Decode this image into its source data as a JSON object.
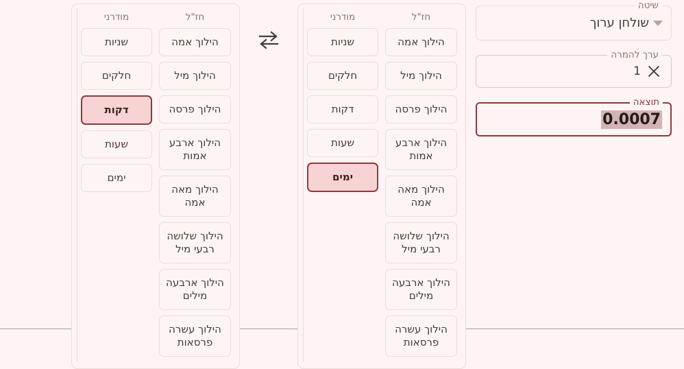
{
  "method_field": {
    "legend": "שיטה",
    "value": "שולחן ערוך",
    "caret_icon": "chevron-down-icon"
  },
  "input_field": {
    "legend": "ערך להמרה",
    "value": "1",
    "placeholder": "",
    "clear_icon": "close-icon"
  },
  "result_field": {
    "legend": "תוצאה",
    "value": "0.0007"
  },
  "swap": {
    "icon": "swap-horizontal-icon"
  },
  "source_panel": {
    "modern_header": "מודרני",
    "chazal_header": "חז\"ל",
    "modern_units": [
      {
        "label": "שניות",
        "selected": false
      },
      {
        "label": "חלקים",
        "selected": false
      },
      {
        "label": "דקות",
        "selected": false
      },
      {
        "label": "שעות",
        "selected": false
      },
      {
        "label": "ימים",
        "selected": true
      }
    ],
    "chazal_units": [
      {
        "label": "הילוך אמה",
        "selected": false
      },
      {
        "label": "הילוך מיל",
        "selected": false
      },
      {
        "label": "הילוך פרסה",
        "selected": false
      },
      {
        "label": "הילוך ארבע אמות",
        "selected": false
      },
      {
        "label": "הילוך מאה אמה",
        "selected": false
      },
      {
        "label": "הילוך שלושה רבעי מיל",
        "selected": false
      },
      {
        "label": "הילוך ארבעה מילים",
        "selected": false
      },
      {
        "label": "הילוך עשרה פרסאות",
        "selected": false
      }
    ]
  },
  "target_panel": {
    "modern_header": "מודרני",
    "chazal_header": "חז\"ל",
    "modern_units": [
      {
        "label": "שניות",
        "selected": false
      },
      {
        "label": "חלקים",
        "selected": false
      },
      {
        "label": "דקות",
        "selected": true
      },
      {
        "label": "שעות",
        "selected": false
      },
      {
        "label": "ימים",
        "selected": false
      }
    ],
    "chazal_units": [
      {
        "label": "הילוך אמה",
        "selected": false
      },
      {
        "label": "הילוך מיל",
        "selected": false
      },
      {
        "label": "הילוך פרסה",
        "selected": false
      },
      {
        "label": "הילוך ארבע אמות",
        "selected": false
      },
      {
        "label": "הילוך מאה אמה",
        "selected": false
      },
      {
        "label": "הילוך שלושה רבעי מיל",
        "selected": false
      },
      {
        "label": "הילוך ארבעה מילים",
        "selected": false
      },
      {
        "label": "הילוך עשרה פרסאות",
        "selected": false
      }
    ]
  },
  "colors": {
    "background": "#fdf4f3",
    "accent": "#8c3a3c",
    "selected_fill": "#f8d3d4",
    "border": "#ecdcd9",
    "text": "#4a3734",
    "muted_text": "#8d7370",
    "selection_highlight": "#d3b4b4"
  }
}
